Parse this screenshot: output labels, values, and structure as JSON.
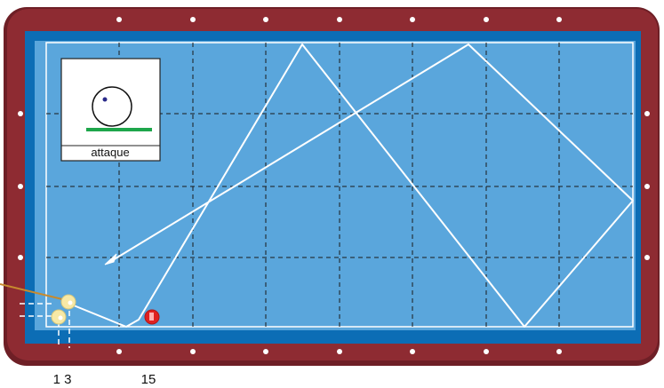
{
  "diagram": {
    "inset_label": "attaque",
    "axis_labels": [
      "1 3",
      "15"
    ]
  },
  "colors": {
    "wood": "#8e2b32",
    "wood_dark": "#6e1f26",
    "cushion": "#0c6db5",
    "cloth": "#5aa6dc",
    "line": "#ffffff",
    "cue_ball": "#f7e9a6",
    "object_ball": "#e02020",
    "cue_stick": "#c78a2e",
    "aim_line_green": "#1ea64b"
  }
}
